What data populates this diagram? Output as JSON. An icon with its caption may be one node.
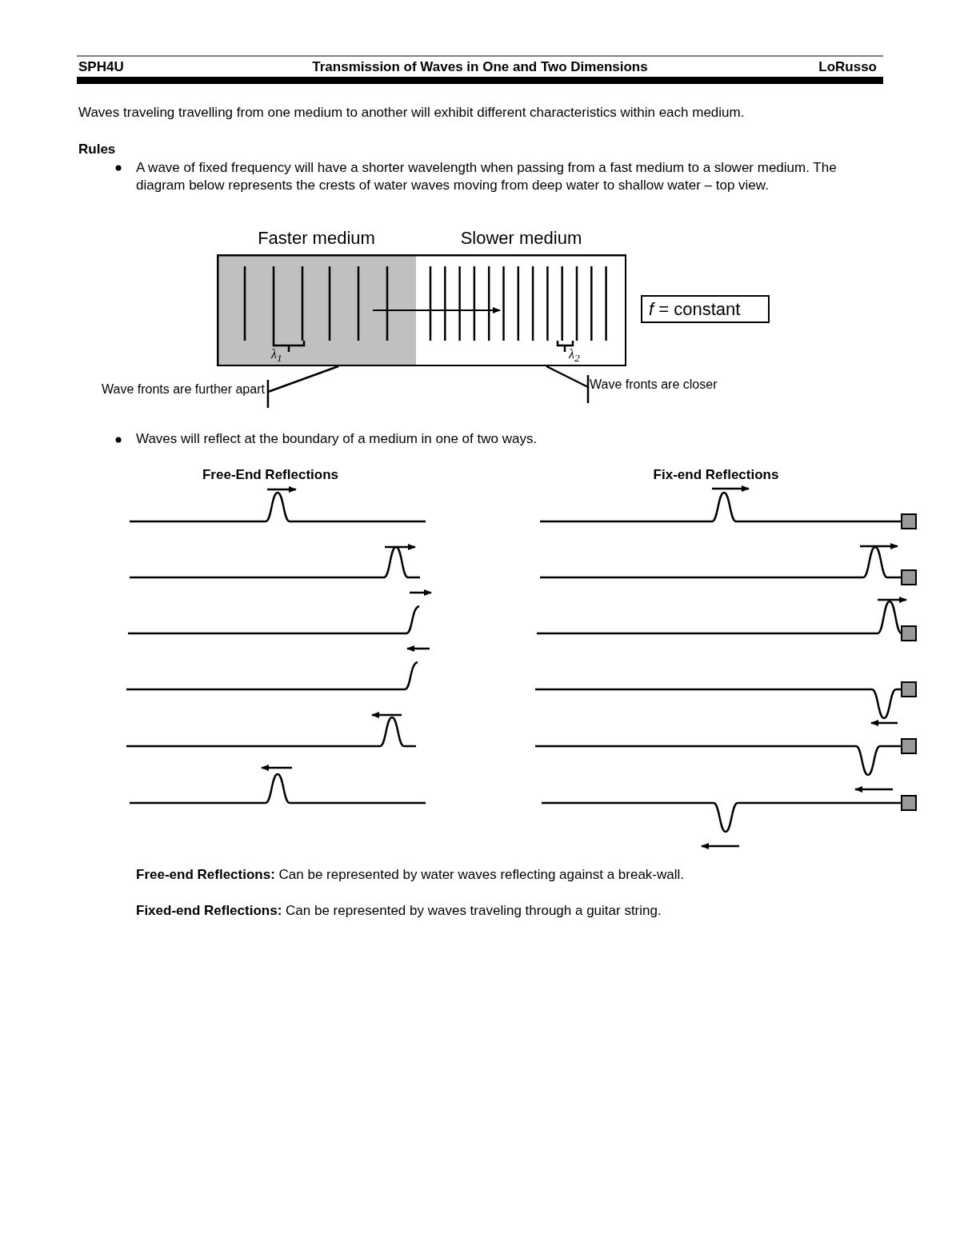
{
  "diagram": {
    "title": "Transmission of Waves in One and Two Dimensions",
    "nodes": [
      {
        "text": [
          "Faster medium"
        ]
      },
      {
        "text": [
          "Slower medium"
        ]
      },
      {
        "text": [
          "*f* = constant"
        ]
      },
      {
        "text": [
          "Wave fronts are further apart"
        ]
      },
      {
        "text": [
          "Wave fronts are closer"
        ]
      }
    ],
    "edges": [
      {
        "from": 3,
        "to": 0,
        "arrow": "none"
      },
      {
        "from": 4,
        "to": 1,
        "arrow": "none"
      },
      {
        "from": 0,
        "to": 1,
        "arrow": "to"
      }
    ],
    "labels": [
      "SPH4U",
      "LoRusso",
      "Waves traveling travelling from one medium to another will exhibit different characteristics within each medium.",
      "Rules",
      "A wave of fixed frequency will have a shorter wavelength when passing from a fast medium to a slower medium.  The diagram below represents the crests of water waves moving from deep water to shallow water – top view.",
      "λ$_{1}$",
      "λ$_{2}$",
      "Waves will reflect at the boundary of a medium in one of two ways.",
      "Free-End Reflections",
      "Fix-end Reflections",
      "**Free-end Reflections:** Can be represented by water waves reflecting against a break-wall.",
      "**Fixed-end Reflections:** Can be represented by waves traveling through a guitar string."
    ]
  }
}
